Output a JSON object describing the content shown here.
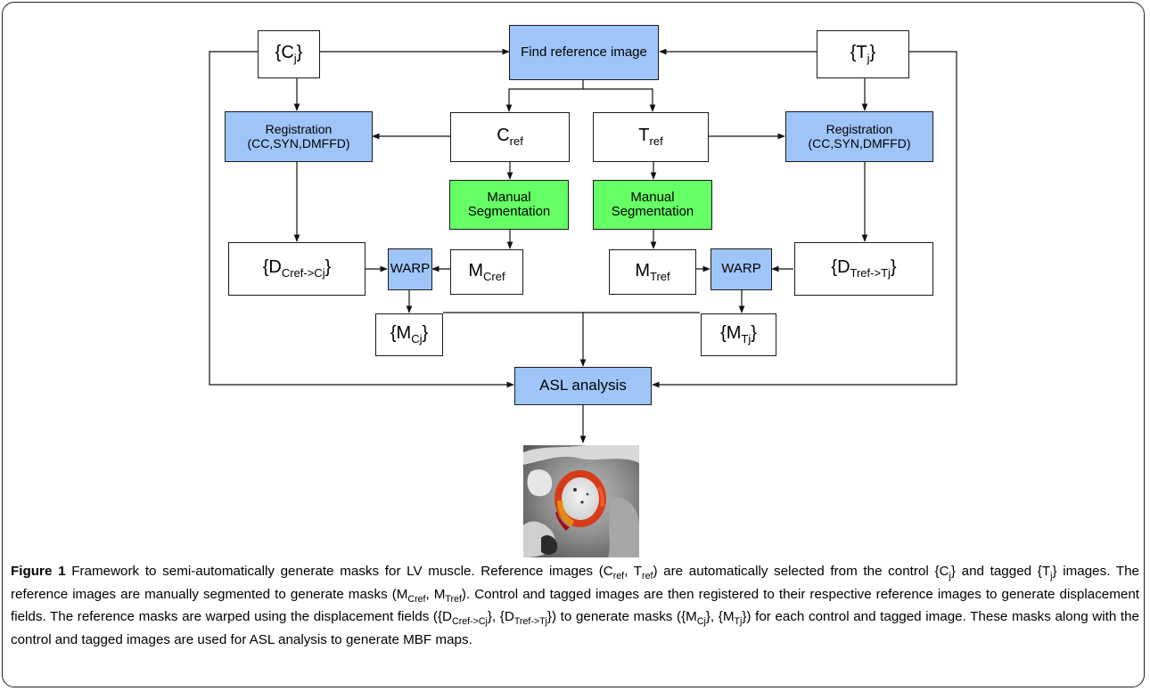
{
  "nodes": {
    "find_ref": "Find reference image",
    "cj_open": "{C",
    "cj_sub": "j",
    "cj_close": "}",
    "tj_open": "{T",
    "tj_sub": "j",
    "tj_close": "}",
    "reg_left_line1": "Registration",
    "reg_left_line2": "(CC,SYN,DMFFD)",
    "reg_right_line1": "Registration",
    "reg_right_line2": "(CC,SYN,DMFFD)",
    "cref_main": "C",
    "cref_sub": "ref",
    "tref_main": "T",
    "tref_sub": "ref",
    "seg_left_line1": "Manual",
    "seg_left_line2": "Segmentation",
    "seg_right_line1": "Manual",
    "seg_right_line2": "Segmentation",
    "dleft_open": "{D",
    "dleft_sub": "Cref->Cj",
    "dleft_close": "}",
    "dright_open": "{D",
    "dright_sub": "Tref->Tj",
    "dright_close": "}",
    "warp_left": "WARP",
    "warp_right": "WARP",
    "mcref_main": "M",
    "mcref_sub": "Cref",
    "mtref_main": "M",
    "mtref_sub": "Tref",
    "mcj_open": "{M",
    "mcj_sub": "Cj",
    "mcj_close": "}",
    "mtj_open": "{M",
    "mtj_sub": "Tj",
    "mtj_close": "}",
    "asl": "ASL analysis"
  },
  "colors": {
    "process_blue": "#9fc5f8",
    "manual_green": "#66ff66"
  },
  "caption": {
    "label": "Figure 1",
    "t1": " Framework to semi-automatically generate masks for LV muscle. Reference images (C",
    "s1": "ref",
    "t2": ", T",
    "s2": "ref",
    "t3": ") are automatically selected from the control {C",
    "s3": "j",
    "t4": "} and tagged {T",
    "s4": "j",
    "t5": "} images. The reference images are manually segmented to generate masks (M",
    "s5": "Cref",
    "t6": ", M",
    "s6": "Tref",
    "t7": "). Control and tagged images are then registered to their respective reference images to generate displacement fields. The reference masks are warped using the displacement fields ({D",
    "s7": "Cref->Cj",
    "t8": "}, {D",
    "s8": "Tref->Tj",
    "t9": "}) to generate masks ({M",
    "s9": "Cj",
    "t10": "}, {M",
    "s10": "Tj",
    "t11": "}) for each control and tagged image. These masks along with the control and tagged images are used for ASL analysis to generate MBF maps."
  }
}
